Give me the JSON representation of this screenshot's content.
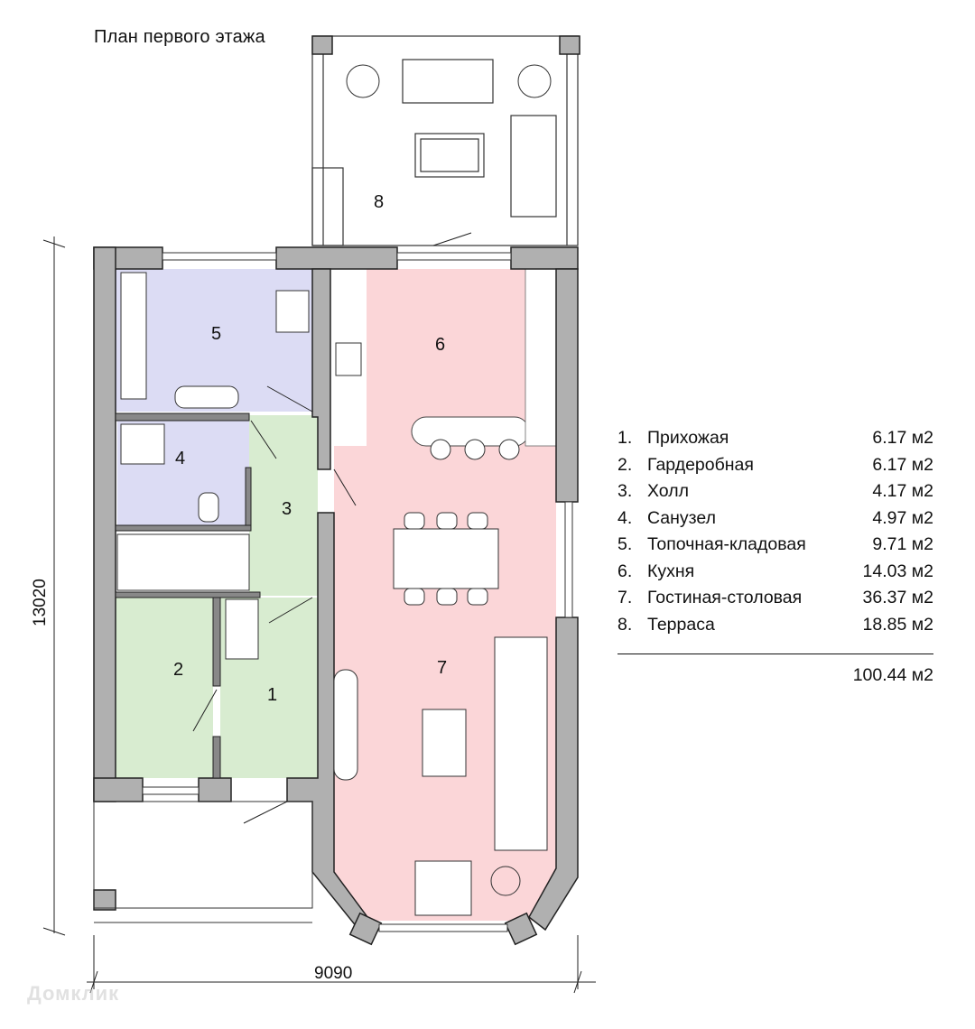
{
  "title": "План первого этажа",
  "dimensions": {
    "height_label": "13020",
    "width_label": "9090"
  },
  "rooms": [
    {
      "number": "1",
      "name": "Прихожая",
      "area": "6.17 м2",
      "color": "#d8ecd0"
    },
    {
      "number": "2",
      "name": "Гардеробная",
      "area": "6.17 м2",
      "color": "#d8ecd0"
    },
    {
      "number": "3",
      "name": "Холл",
      "area": "4.17 м2",
      "color": "#d8ecd0"
    },
    {
      "number": "4",
      "name": "Санузел",
      "area": "4.97 м2",
      "color": "#dcdcf4"
    },
    {
      "number": "5",
      "name": "Топочная-кладовая",
      "area": "9.71 м2",
      "color": "#dcdcf4"
    },
    {
      "number": "6",
      "name": "Кухня",
      "area": "14.03 м2",
      "color": "#fbd6d8"
    },
    {
      "number": "7",
      "name": "Гостиная-столовая",
      "area": "36.37 м2",
      "color": "#fbd6d8"
    },
    {
      "number": "8",
      "name": "Терраса",
      "area": "18.85 м2",
      "color": "#ffffff"
    }
  ],
  "legend_prefix": {
    "r1": "1.",
    "r2": "2.",
    "r3": "3.",
    "r4": "4.",
    "r5": "5.",
    "r6": "6.",
    "r7": "7.",
    "r8": "8."
  },
  "total": "100.44 м2",
  "colors": {
    "wall": "#b0b0b0",
    "wall_outline": "#222222"
  },
  "watermark": "Домклик"
}
